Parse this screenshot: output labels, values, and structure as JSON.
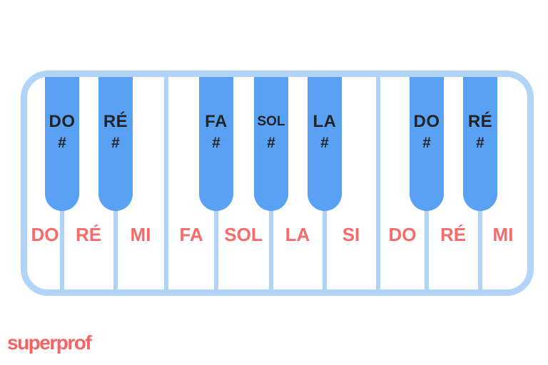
{
  "brand": {
    "wordmark": "superprof"
  },
  "theme": {
    "key-blue": "#59A1F2",
    "frame-blue": "#B2D4F8",
    "label-red": "#F96A6A",
    "label-dark": "#222326",
    "brand-red": "#FA6262"
  },
  "keyboard": {
    "white_keys": [
      "DO",
      "RÉ",
      "MI",
      "FA",
      "SOL",
      "LA",
      "SI",
      "DO",
      "RÉ",
      "MI"
    ],
    "black_keys": [
      {
        "name": "DO",
        "sharp": "#"
      },
      {
        "name": "RÉ",
        "sharp": "#"
      },
      {
        "name": "FA",
        "sharp": "#"
      },
      {
        "name": "SOL",
        "sharp": "#"
      },
      {
        "name": "LA",
        "sharp": "#"
      },
      {
        "name": "DO",
        "sharp": "#"
      },
      {
        "name": "RÉ",
        "sharp": "#"
      }
    ]
  }
}
